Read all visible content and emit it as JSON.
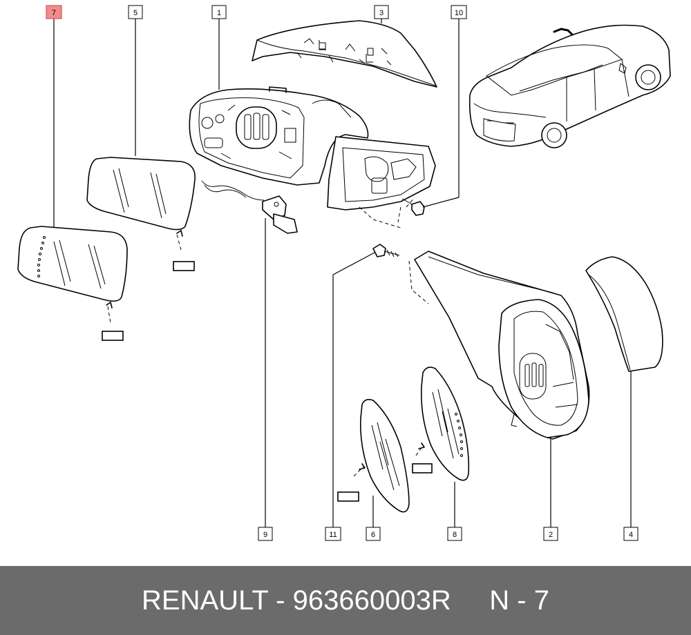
{
  "diagram": {
    "callouts": [
      {
        "label": "7",
        "highlighted": true
      },
      {
        "label": "5",
        "highlighted": false
      },
      {
        "label": "1",
        "highlighted": false
      },
      {
        "label": "3",
        "highlighted": false
      },
      {
        "label": "10",
        "highlighted": false
      },
      {
        "label": "9",
        "highlighted": false
      },
      {
        "label": "11",
        "highlighted": false
      },
      {
        "label": "6",
        "highlighted": false
      },
      {
        "label": "8",
        "highlighted": false
      },
      {
        "label": "2",
        "highlighted": false
      },
      {
        "label": "4",
        "highlighted": false
      }
    ],
    "highlight_color": "#f28b8b"
  },
  "footer": {
    "text": "RENAULT - 963660003R     N - 7",
    "background": "#6b6b6b"
  }
}
